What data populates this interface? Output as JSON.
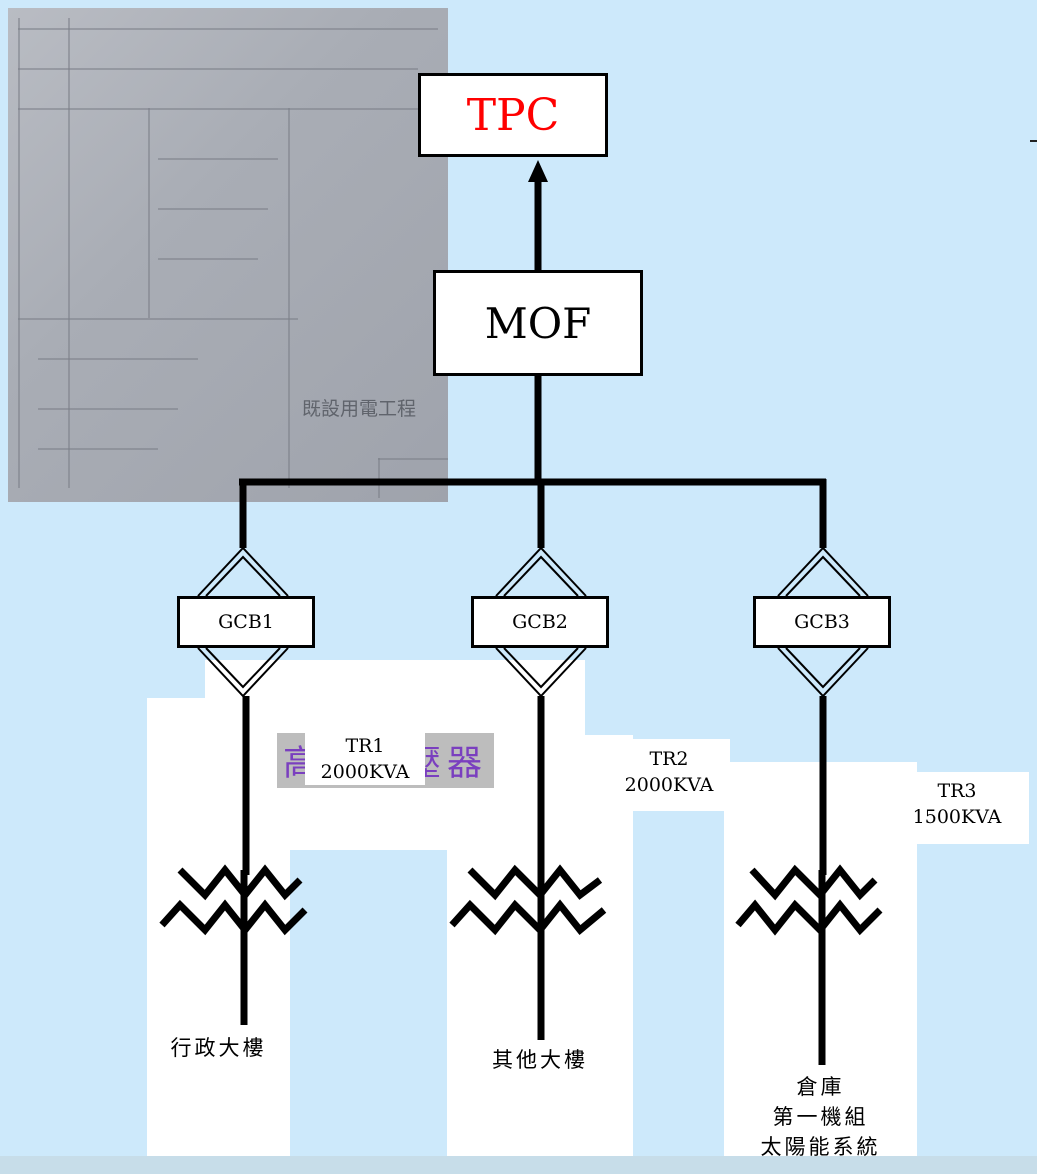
{
  "scan": {
    "caption": "既設用電工程"
  },
  "nodes": {
    "tpc": "TPC",
    "mof": "MOF"
  },
  "breakers": [
    {
      "label": "GCB1"
    },
    {
      "label": "GCB2"
    },
    {
      "label": "GCB3"
    }
  ],
  "hv_transformer_label": "高壓變壓器",
  "transformers": [
    {
      "name": "TR1",
      "rating": "2000KVA"
    },
    {
      "name": "TR2",
      "rating": "2000KVA"
    },
    {
      "name": "TR3",
      "rating": "1500KVA"
    }
  ],
  "loads": [
    {
      "label": "行政大樓"
    },
    {
      "label": "其他大樓"
    },
    {
      "lines": [
        "倉庫",
        "第一機組",
        "太陽能系統"
      ]
    }
  ],
  "colors": {
    "background": "#cde9fb",
    "tpc_text": "#ff0000",
    "hv_label_text": "#7a3fbf",
    "line": "#000000"
  }
}
